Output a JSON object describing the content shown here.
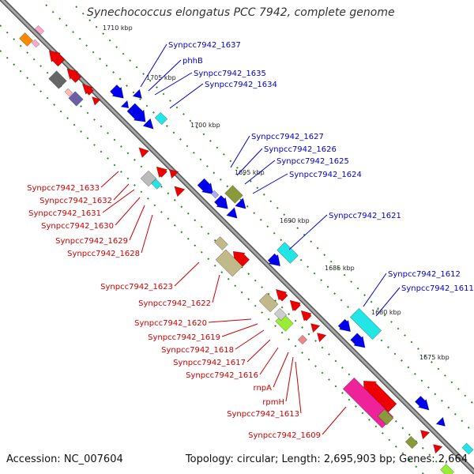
{
  "title": "Synechococcus elongatus PCC 7942, complete genome",
  "footer": {
    "accession": "Accession: NC_007604",
    "topology": "Topology: circular; Length: 2,695,903 bp; Genes: 2,664"
  },
  "colors": {
    "backbone": "#888888",
    "tick": "#2e8b22",
    "forward_label": "#0000cc",
    "reverse_label": "#cc0000",
    "forward_gene": "#0000ee",
    "reverse_gene": "#ee0000",
    "cyan": "#22e5e5",
    "olive": "#c2b98a",
    "lime": "#99ee33",
    "grey": "#777777",
    "magenta": "#ee2299"
  },
  "scale_labels": [
    "1710 kbp",
    "1705 kbp",
    "1700 kbp",
    "1695 kbp",
    "1690 kbp",
    "1685 kbp",
    "1680 kbp",
    "1675 kbp"
  ],
  "forward_labels": [
    "Synpcc7942_1637",
    "phhB",
    "Synpcc7942_1635",
    "Synpcc7942_1634",
    "Synpcc7942_1627",
    "Synpcc7942_1626",
    "Synpcc7942_1625",
    "Synpcc7942_1624",
    "Synpcc7942_1621",
    "Synpcc7942_1612",
    "Synpcc7942_1611"
  ],
  "reverse_labels": [
    "Synpcc7942_1633",
    "Synpcc7942_1632",
    "Synpcc7942_1631",
    "Synpcc7942_1630",
    "Synpcc7942_1629",
    "Synpcc7942_1628",
    "Synpcc7942_1623",
    "Synpcc7942_1622",
    "Synpcc7942_1620",
    "Synpcc7942_1619",
    "Synpcc7942_1618",
    "Synpcc7942_1617",
    "Synpcc7942_1616",
    "rnpA",
    "rpmH",
    "Synpcc7942_1613",
    "Synpcc7942_1609"
  ]
}
